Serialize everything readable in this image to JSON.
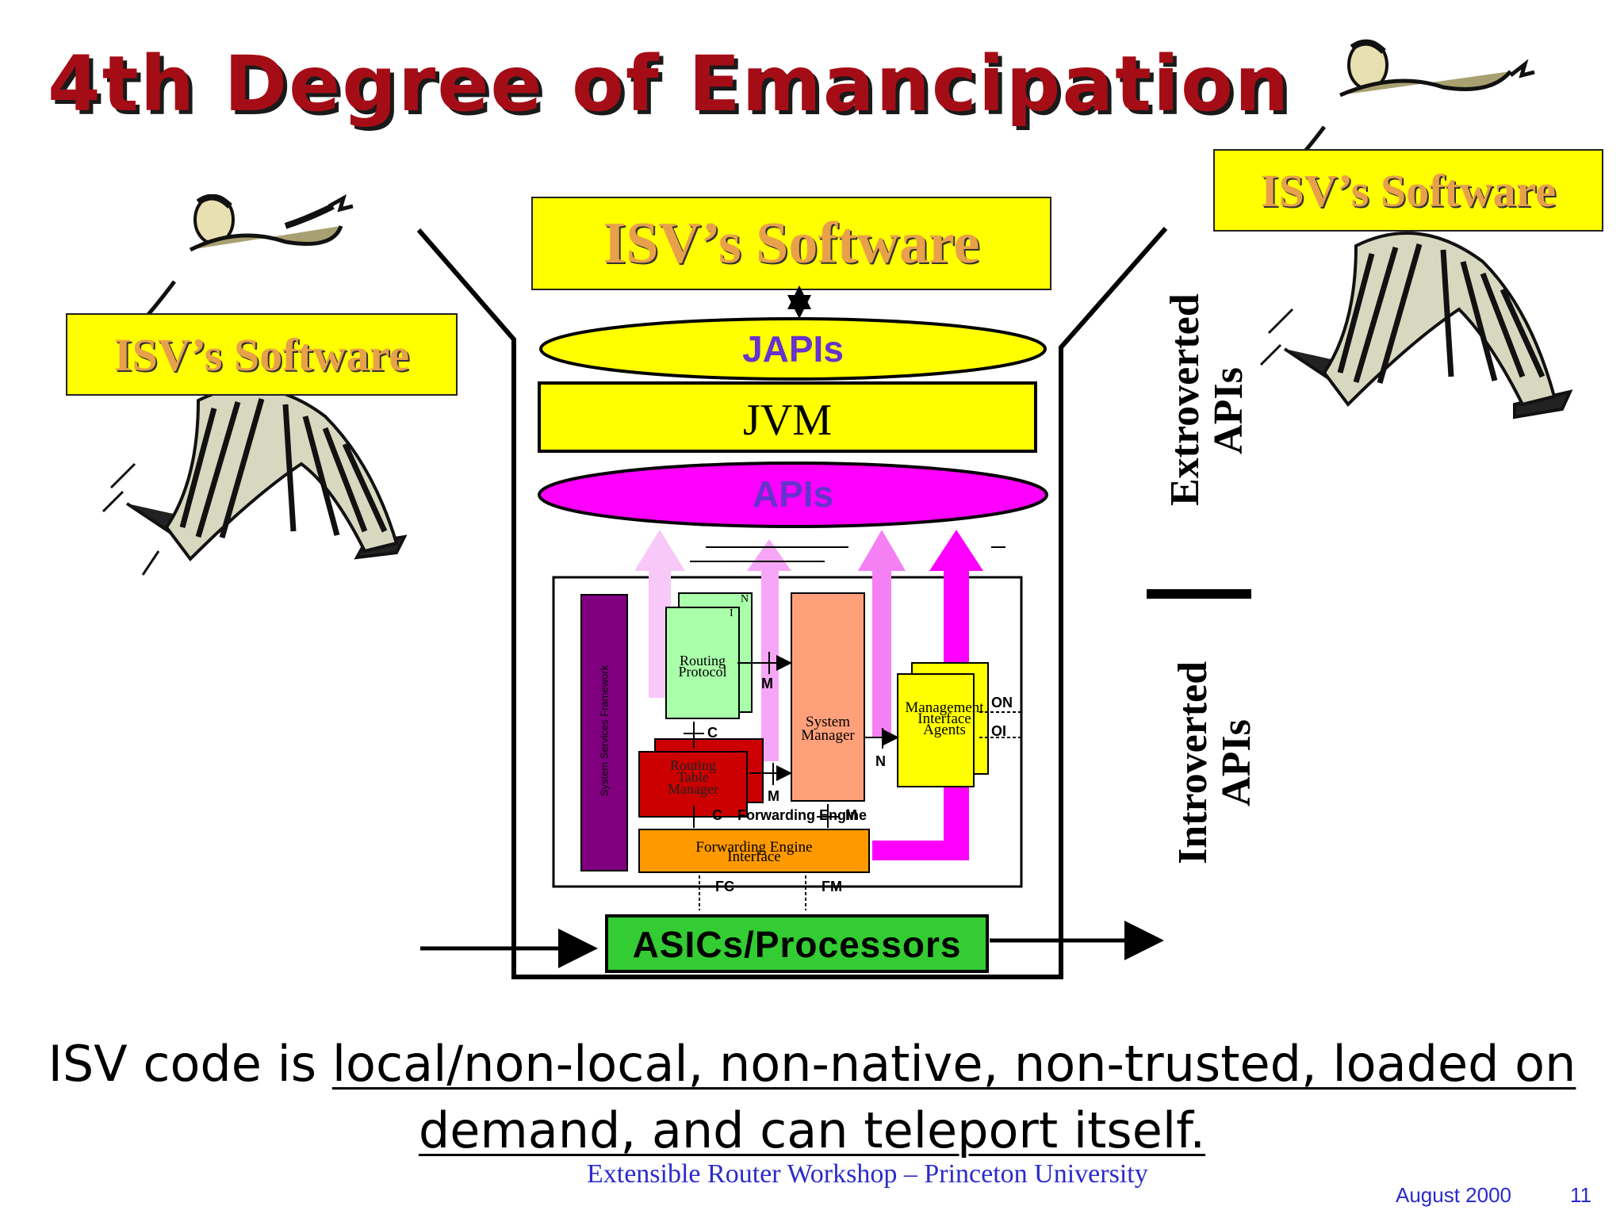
{
  "title": "4th Degree of Emancipation",
  "isv_boxes": {
    "top_center": "ISV’s Software",
    "left": "ISV’s Software",
    "right": "ISV’s Software"
  },
  "stack": {
    "japis": "JAPIs",
    "jvm": "JVM",
    "apis": "APIs",
    "asics": "ASICs/Processors"
  },
  "inner": {
    "system_services": "System Services Framework",
    "routing_protocol": [
      "Routing",
      "Protocol"
    ],
    "routing_table_manager": [
      "Routing",
      "Table",
      "Manager"
    ],
    "system_manager": [
      "System",
      "Manager"
    ],
    "management_agents": [
      "Management",
      "Interface",
      "Agents"
    ],
    "forwarding_engine_interface": [
      "Forwarding Engine",
      "Interface"
    ],
    "forwarding_engine": "Forwarding Engine",
    "labels": {
      "m1": "M",
      "m2": "M",
      "m3": "M",
      "c1": "C",
      "c2": "C",
      "n": "N",
      "on": "ON",
      "oi": "OI",
      "fc": "FC",
      "fm": "FM",
      "stack_n": "N",
      "stack_i": "I"
    }
  },
  "side_labels": {
    "extroverted": [
      "Extroverted",
      "APIs"
    ],
    "introverted": [
      "Introverted",
      "APIs"
    ]
  },
  "bottom": {
    "prefix": "ISV code is ",
    "underlined_line1": "local/non-local, non-native, non-trusted, loaded on",
    "underlined_line2": "demand, and can teleport itself."
  },
  "footer": {
    "center": "Extensible Router Workshop – Princeton University",
    "date": "August  2000",
    "page": "11"
  },
  "colors": {
    "title": "#a50d16",
    "yellow": "#ffff00",
    "magenta": "#ff00ff",
    "purple": "#800080",
    "green": "#33cc33",
    "light_green": "#aaffaa",
    "salmon": "#ffa07a",
    "red": "#cc0000",
    "orange": "#ff9900",
    "api_text": "#6633cc"
  },
  "icons": [
    "running-man-icon-left",
    "running-man-icon-right"
  ]
}
